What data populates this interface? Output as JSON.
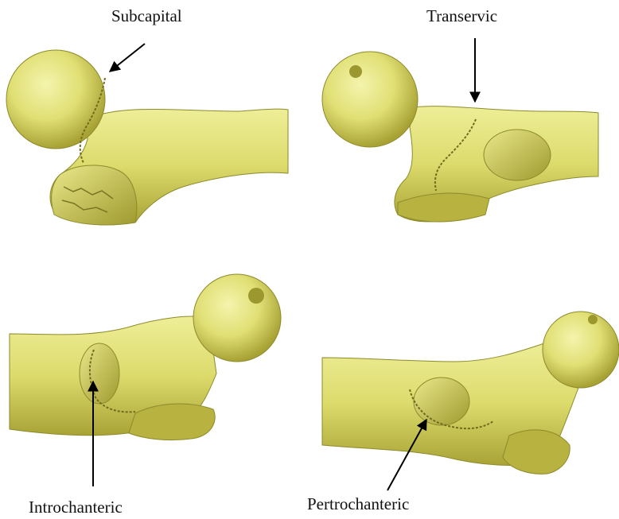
{
  "labels": {
    "subcapital": "Subcapital",
    "transervic": "Transervic",
    "introchanteric": "Introchanteric",
    "pertrochanteric": "Pertrochanteric"
  },
  "colors": {
    "bone_fill": "#e6e680",
    "bone_shadow": "#b7b23f",
    "bone_dark": "#8d8a2a",
    "bone_highlight": "#f3f3a8",
    "fracture_line": "#6f6c1f",
    "arrow": "#000000"
  }
}
